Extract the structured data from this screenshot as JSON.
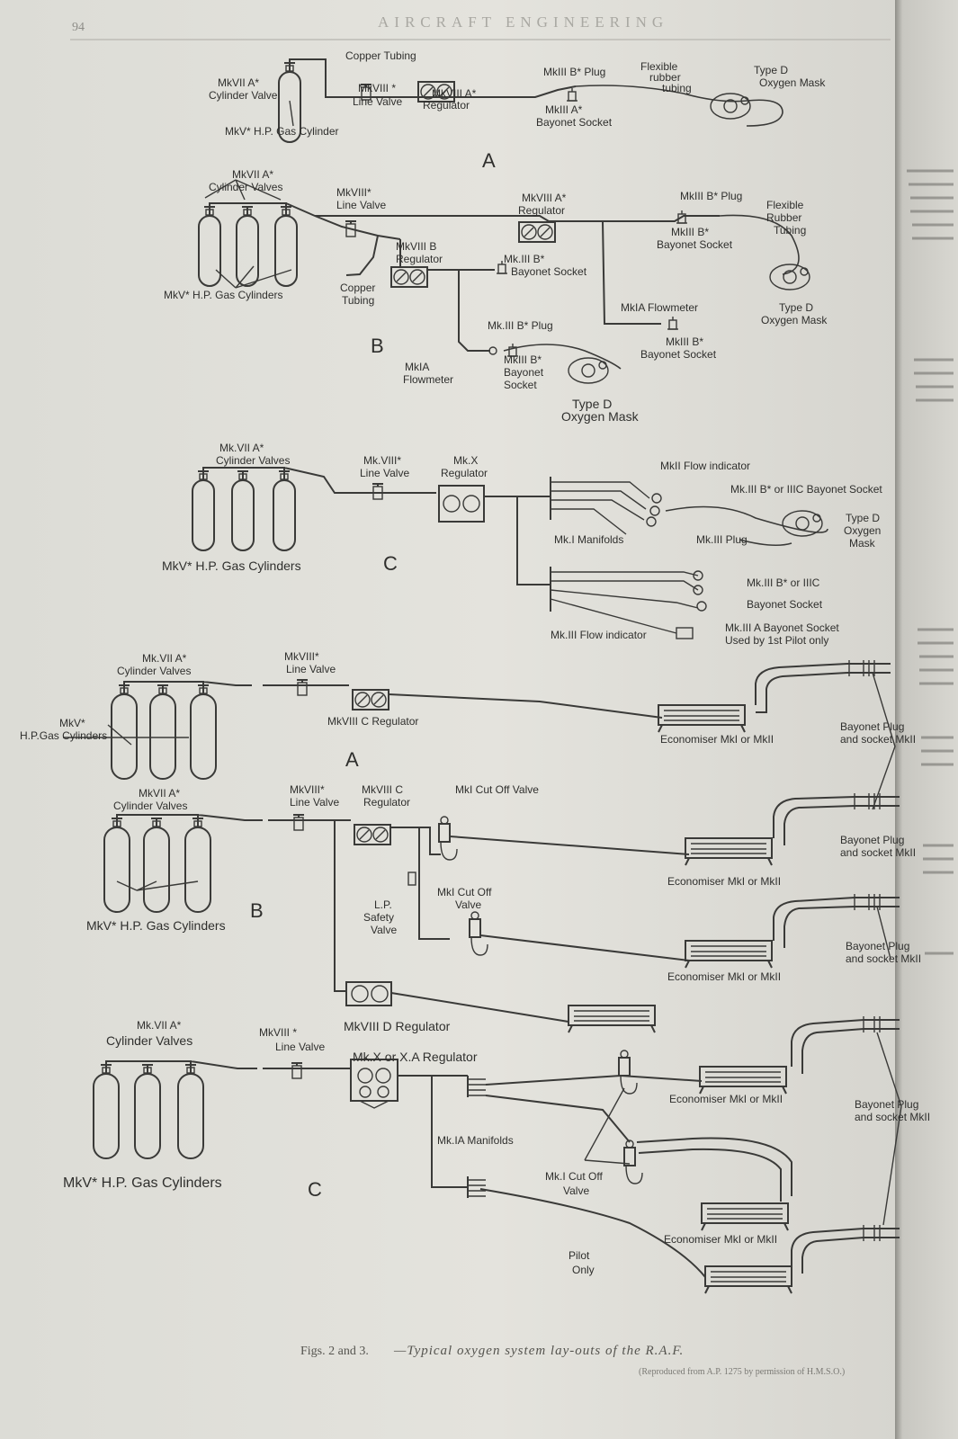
{
  "page": {
    "number": "94",
    "header": "AIRCRAFT ENGINEERING"
  },
  "caption": {
    "prefix": "Figs. 2 and 3.",
    "title": "—Typical oxygen system lay-outs of the R.A.F.",
    "credit": "(Reproduced from A.P. 1275 by permission of H.M.S.O.)"
  },
  "fig2": {
    "a": {
      "letter": "A",
      "labels": {
        "cylinder_valve": [
          "MkVII A*",
          "Cylinder Valve"
        ],
        "cylinder": "MkV* H.P. Gas Cylinder",
        "copper_tubing": "Copper Tubing",
        "line_valve": [
          "MkVIII *",
          "Line Valve"
        ],
        "regulator": [
          "MkVIII A*",
          "Regulator"
        ],
        "plug": "MkIII B* Plug",
        "socket": [
          "MkIII A*",
          "Bayonet Socket"
        ],
        "flexible": [
          "Flexible",
          "rubber",
          "tubing"
        ],
        "mask": [
          "Type D",
          "Oxygen Mask"
        ]
      }
    },
    "b": {
      "letter": "B",
      "labels": {
        "cylinder_valves": [
          "MkVII A*",
          "Cylinder Valves"
        ],
        "cylinders": "MkV* H.P. Gas Cylinders",
        "line_valve": [
          "MkVIII*",
          "Line Valve"
        ],
        "copper_tubing": [
          "Copper",
          "Tubing"
        ],
        "regulator_b": [
          "MkVIII B",
          "Regulator"
        ],
        "regulator_a": [
          "MkVIII A*",
          "Regulator"
        ],
        "plug_right": "MkIII B* Plug",
        "flexible": [
          "Flexible",
          "Rubber",
          "Tubing"
        ],
        "socket_right": [
          "MkIII B*",
          "Bayonet Socket"
        ],
        "socket_mid": [
          "Mk.III B*",
          "Bayonet Socket"
        ],
        "flowmeter_right": "MkIA Flowmeter",
        "socket_low": [
          "MkIII B*",
          "Bayonet Socket"
        ],
        "mask_right": [
          "Type D",
          "Oxygen Mask"
        ],
        "plug_low": "Mk.III B* Plug",
        "flowmeter_low": [
          "MkIA",
          "Flowmeter"
        ],
        "socket_low2": [
          "MkIII B*",
          "Bayonet",
          "Socket"
        ],
        "mask_low": [
          "Type D",
          "Oxygen Mask"
        ]
      }
    },
    "c": {
      "letter": "C",
      "labels": {
        "cylinder_valves": [
          "Mk.VII A*",
          "Cylinder Valves"
        ],
        "cylinders": "MkV* H.P. Gas Cylinders",
        "line_valve": [
          "Mk.VIII*",
          "Line Valve"
        ],
        "regulator": [
          "Mk.X",
          "Regulator"
        ],
        "flow_indicator": "MkII Flow indicator",
        "socket_top": "Mk.III B* or IIIC Bayonet Socket",
        "mask": [
          "Type D",
          "Oxygen",
          "Mask"
        ],
        "manifolds": "Mk.I Manifolds",
        "plug": "Mk.III Plug",
        "socket_mid": [
          "Mk.III B* or IIIC",
          "Bayonet Socket"
        ],
        "flow_indicator_low": "Mk.III Flow indicator",
        "socket_pilot": [
          "Mk.III A Bayonet Socket",
          "Used by 1st Pilot only"
        ]
      }
    }
  },
  "fig3": {
    "a": {
      "letter": "A",
      "labels": {
        "cylinder_valves": [
          "Mk.VII A*",
          "Cylinder Valves"
        ],
        "cylinders": [
          "MkV*",
          "H.P.Gas Cylinders"
        ],
        "line_valve": [
          "MkVIII*",
          "Line Valve"
        ],
        "regulator": "MkVIII C Regulator",
        "economiser": "Economiser MkI or MkII",
        "plug": [
          "Bayonet Plug",
          "and socket MkII"
        ]
      }
    },
    "b": {
      "letter": "B",
      "labels": {
        "cylinder_valves": [
          "MkVII A*",
          "Cylinder Valves"
        ],
        "cylinders": "MkV* H.P. Gas Cylinders",
        "line_valve": [
          "MkVIII*",
          "Line Valve"
        ],
        "regulator": [
          "MkVIII C",
          "Regulator"
        ],
        "cutoff_top": "MkI Cut Off Valve",
        "safety": [
          "L.P.",
          "Safety",
          "Valve"
        ],
        "cutoff_mid": [
          "MkI Cut Off",
          "Valve"
        ],
        "economiser_top": "Economiser MkI or MkII",
        "economiser_mid": "Economiser MkI or MkII",
        "plug_top": [
          "Bayonet Plug",
          "and socket MkII"
        ],
        "plug_mid": [
          "Bayonet Plug",
          "and socket MkII"
        ]
      }
    },
    "c": {
      "letter": "C",
      "labels": {
        "cylinder_valves": [
          "Mk.VII A*",
          "Cylinder Valves"
        ],
        "cylinders": "MkV* H.P. Gas Cylinders",
        "line_valve": [
          "MkVIII *",
          "Line Valve"
        ],
        "regulator_d": "MkVIII D Regulator",
        "regulator_x": "Mk.X or X.A Regulator",
        "manifolds": "Mk.IA Manifolds",
        "cutoff": [
          "Mk.I Cut Off",
          "Valve"
        ],
        "economiser_top": "Economiser MkI or MkII",
        "economiser_low": "Economiser MkI or MkII",
        "pilot": [
          "Pilot",
          "Only"
        ],
        "plug": [
          "Bayonet Plug",
          "and socket MkII"
        ]
      }
    }
  }
}
